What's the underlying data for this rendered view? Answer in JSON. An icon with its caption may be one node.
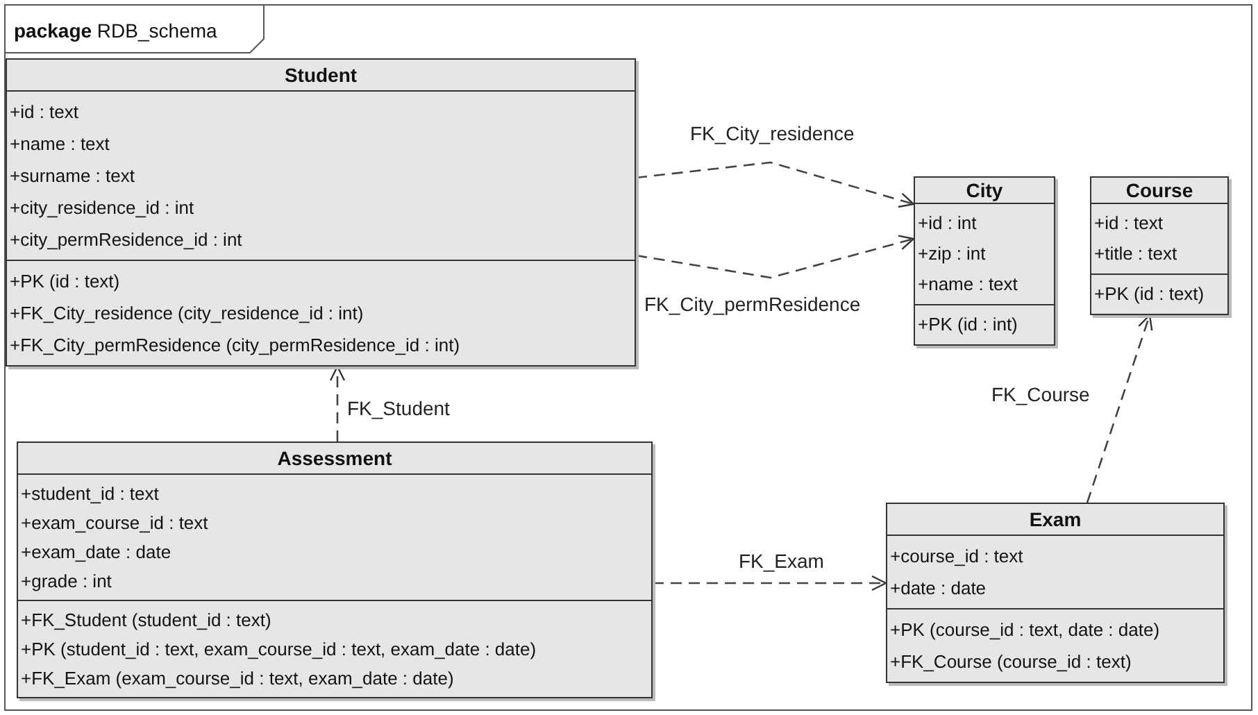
{
  "diagram": {
    "nodes": [
      {
        "text": [
          "**package** RDB_schema"
        ]
      },
      {
        "text": [
          "Student",
          "+id : text",
          "+name : text",
          "+surname : text",
          "+city_residence_id : int",
          "+city_permResidence_id : int",
          "+PK (id : text)",
          "+FK_City_residence (city_residence_id : int)",
          "+FK_City_permResidence (city_permResidence_id : int)"
        ],
        "in": 0
      },
      {
        "text": [
          "City",
          "+id : int",
          "+zip : int",
          "+name : text",
          "+PK (id : int)"
        ],
        "in": 0
      },
      {
        "text": [
          "Course",
          "+id : text",
          "+title : text",
          "+PK (id : text)"
        ],
        "in": 0
      },
      {
        "text": [
          "Assessment",
          "+student_id : text",
          "+exam_course_id : text",
          "+exam_date : date",
          "+grade : int",
          "+FK_Student (student_id : text)",
          "+PK (student_id : text, exam_course_id : text, exam_date : date)",
          "+FK_Exam (exam_course_id : text, exam_date : date)"
        ],
        "in": 0
      },
      {
        "text": [
          "Exam",
          "+course_id : text",
          "+date : date",
          "+PK (course_id : text, date : date)",
          "+FK_Course (course_id : text)"
        ],
        "in": 0
      }
    ],
    "edges": [
      {
        "from": 1,
        "to": 2,
        "arrow": "to",
        "label": "FK_City_residence",
        "style": "dashed"
      },
      {
        "from": 1,
        "to": 2,
        "arrow": "to",
        "label": "FK_City_permResidence",
        "style": "dashed"
      },
      {
        "from": 4,
        "to": 1,
        "arrow": "to",
        "label": "FK_Student",
        "style": "dashed"
      },
      {
        "from": 4,
        "to": 5,
        "arrow": "to",
        "label": "FK_Exam",
        "style": "dashed"
      },
      {
        "from": 5,
        "to": 3,
        "arrow": "to",
        "label": "FK_Course",
        "style": "dashed"
      }
    ]
  }
}
